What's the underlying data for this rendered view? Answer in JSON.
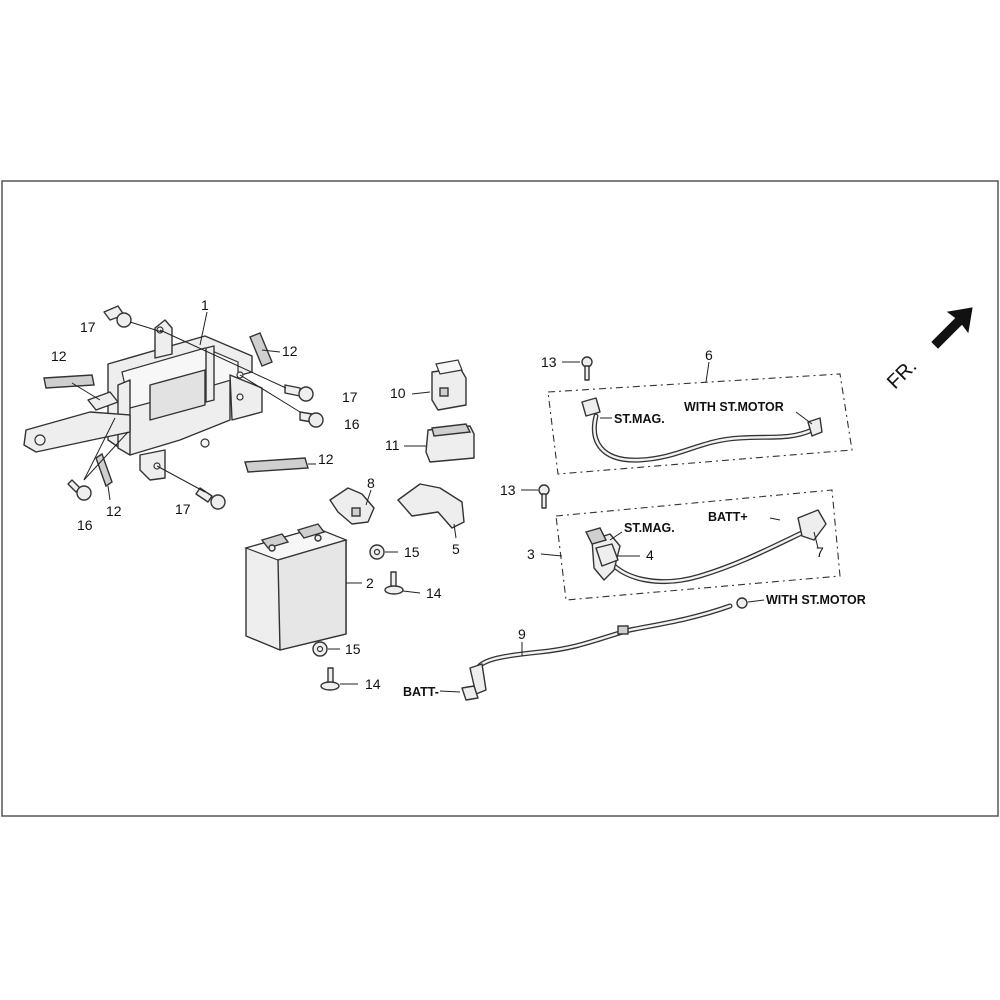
{
  "callouts": {
    "c1": "1",
    "c2": "2",
    "c3": "3",
    "c4": "4",
    "c5": "5",
    "c6": "6",
    "c7": "7",
    "c8": "8",
    "c9": "9",
    "c10": "10",
    "c11": "11",
    "c12a": "12",
    "c12b": "12",
    "c12c": "12",
    "c12d": "12",
    "c13a": "13",
    "c13b": "13",
    "c14a": "14",
    "c14b": "14",
    "c15a": "15",
    "c15b": "15",
    "c16a": "16",
    "c16b": "16",
    "c17a": "17",
    "c17b": "17",
    "c17c": "17"
  },
  "labels": {
    "st_mag_upper": "ST.MAG.",
    "with_st_motor_upper": "WITH ST.MOTOR",
    "st_mag_lower": "ST.MAG.",
    "batt_plus": "BATT+",
    "with_st_motor_lower": "WITH ST.MOTOR",
    "batt_minus": "BATT-",
    "front": "FR."
  }
}
